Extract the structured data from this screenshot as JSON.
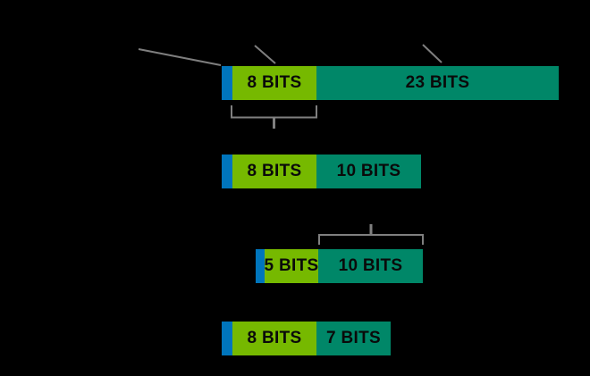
{
  "background_color": "#000000",
  "colors": {
    "sign_segment": "#0075BC",
    "exponent_segment": "#76B900",
    "mantissa_segment": "#008768",
    "annotation_gray": "#7F7F7F",
    "label_text": "#0A0A0A"
  },
  "bars": [
    {
      "exponent_label": "8 BITS",
      "mantissa_label": "23 BITS"
    },
    {
      "exponent_label": "8 BITS",
      "mantissa_label": "10 BITS"
    },
    {
      "exponent_label": "5 BITS",
      "mantissa_label": "10 BITS"
    },
    {
      "exponent_label": "8 BITS",
      "mantissa_label": "7 BITS"
    }
  ]
}
